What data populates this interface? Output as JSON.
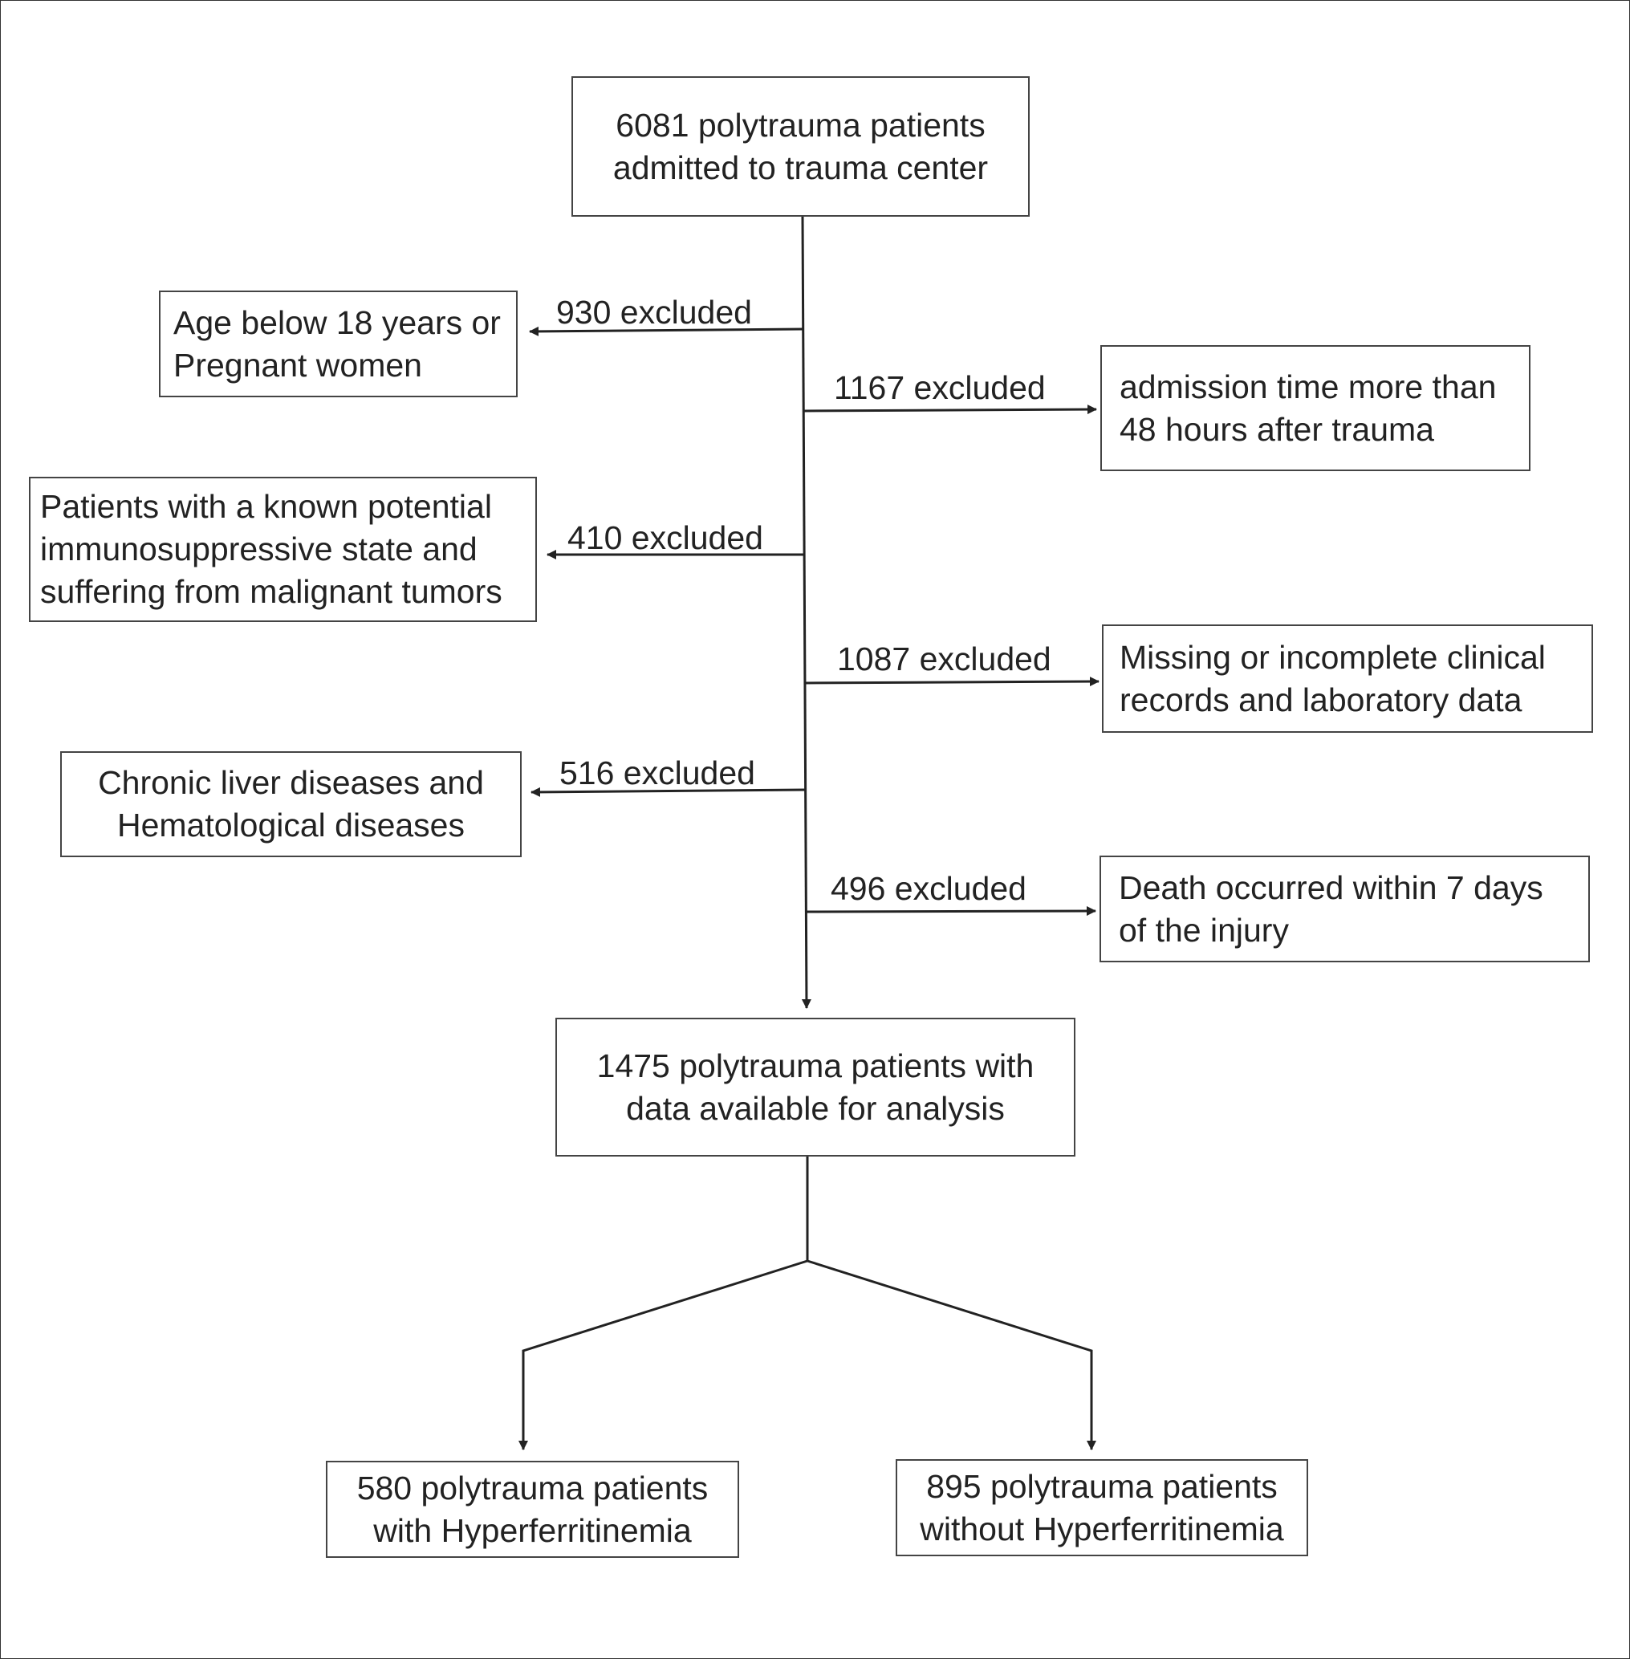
{
  "boxes": {
    "start": "6081 polytrauma patients admitted to trauma center",
    "age": "Age below 18 years or Pregnant women",
    "admission": "admission time more than 48 hours after trauma",
    "immuno": "Patients with a known potential immunosuppressive state and suffering from malignant tumors",
    "missing": "Missing or incomplete clinical records and laboratory data",
    "liver": "Chronic liver diseases and Hematological diseases",
    "death": "Death occurred within 7 days of the injury",
    "available": "1475 polytrauma patients with data available for analysis",
    "hyper": "580  polytrauma patients with Hyperferritinemia",
    "nohyper": "895  polytrauma patients without Hyperferritinemia"
  },
  "labels": {
    "ex930": "930 excluded",
    "ex1167": "1167 excluded",
    "ex410": "410 excluded",
    "ex1087": "1087 excluded",
    "ex516": "516 excluded",
    "ex496": "496 excluded"
  },
  "colors": {
    "line": "#222222",
    "border": "#444444"
  }
}
